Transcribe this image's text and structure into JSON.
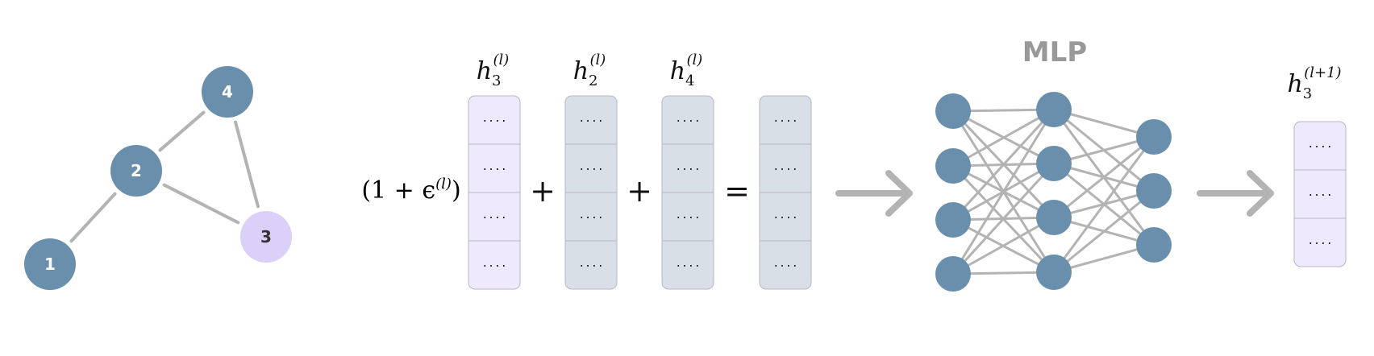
{
  "colors": {
    "node": "#6a8fad",
    "highlight_node": "#dccff9",
    "edge": "#b3b3b3",
    "self_vector_fill": "#efe9fd",
    "neighbor_vector_fill": "#d9dfe6",
    "vector_stroke": "#b6b6c6",
    "arrow": "#b3b3b3",
    "mlp_title": "#999999",
    "text": "#111111",
    "node_text_light": "#ffffff",
    "node_text_dark": "#333333"
  },
  "graph": {
    "nodes": [
      {
        "id": "1",
        "label": "1",
        "highlight": false
      },
      {
        "id": "2",
        "label": "2",
        "highlight": false
      },
      {
        "id": "3",
        "label": "3",
        "highlight": true
      },
      {
        "id": "4",
        "label": "4",
        "highlight": false
      }
    ],
    "edges": [
      [
        "1",
        "2"
      ],
      [
        "2",
        "4"
      ],
      [
        "2",
        "3"
      ],
      [
        "4",
        "3"
      ]
    ]
  },
  "equation": {
    "epsilon_term": "(1 + ϵ(l))",
    "vectors": [
      {
        "label_base": "h",
        "label_sub": "3",
        "label_sup": "(l)",
        "kind": "self",
        "cells": [
          "....",
          "....",
          "....",
          "...."
        ]
      },
      {
        "label_base": "h",
        "label_sub": "2",
        "label_sup": "(l)",
        "kind": "neighbor",
        "cells": [
          "....",
          "....",
          "....",
          "...."
        ]
      },
      {
        "label_base": "h",
        "label_sub": "4",
        "label_sup": "(l)",
        "kind": "neighbor",
        "cells": [
          "....",
          "....",
          "....",
          "...."
        ]
      },
      {
        "label_base": "",
        "label_sub": "",
        "label_sup": "",
        "kind": "neighbor",
        "cells": [
          "....",
          "....",
          "....",
          "...."
        ]
      }
    ],
    "operators": [
      "+",
      "+",
      "="
    ]
  },
  "mlp": {
    "title": "MLP",
    "layers": [
      4,
      4,
      3
    ]
  },
  "output": {
    "label_base": "h",
    "label_sub": "3",
    "label_sup": "(l+1)",
    "cells": [
      "....",
      "....",
      "...."
    ]
  }
}
